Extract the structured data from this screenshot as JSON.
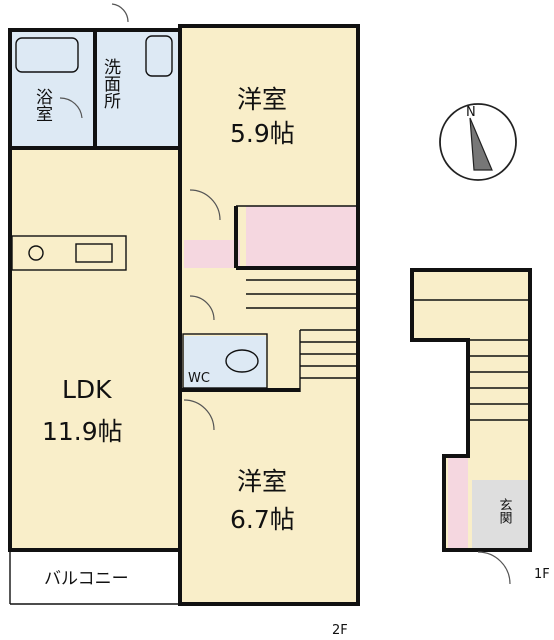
{
  "floor_plan": {
    "rooms": {
      "bath": "浴室",
      "washroom": "洗面所",
      "western_room_1": {
        "name": "洋室",
        "size": "5.9帖"
      },
      "ldk": {
        "name": "LDK",
        "size": "11.9帖"
      },
      "wc": "WC",
      "western_room_2": {
        "name": "洋室",
        "size": "6.7帖"
      },
      "balcony": "バルコニー",
      "entrance": "玄関"
    },
    "floor_labels": {
      "upper": "2F",
      "lower": "1F"
    },
    "compass": "N",
    "colors": {
      "room_fill": "#f9eec9",
      "wet_area_fill": "#dde9f4",
      "storage_fill": "#f5d7e0",
      "entrance_fill": "#dedede",
      "wall": "#111111"
    }
  }
}
